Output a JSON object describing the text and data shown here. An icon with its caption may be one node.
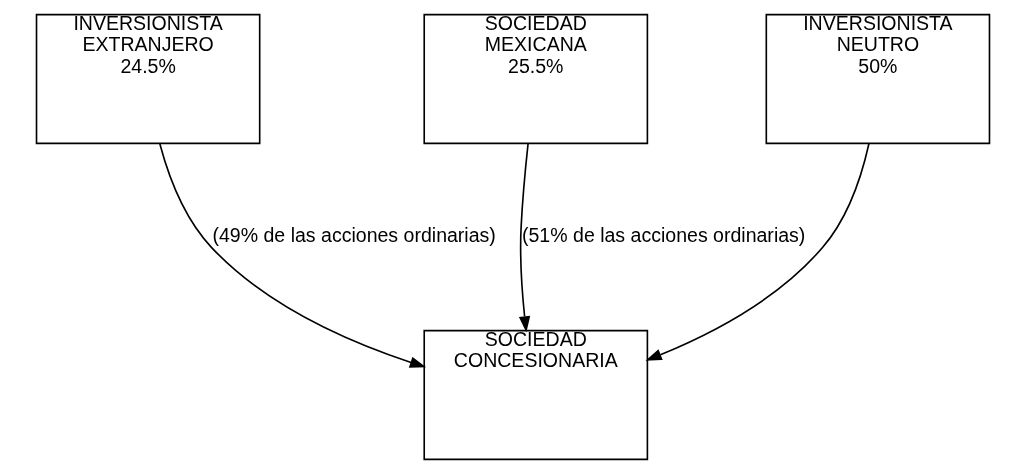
{
  "diagram": {
    "nodes": [
      {
        "text": [
          "INVERSIONISTA EXTRANJERO",
          "24.5%"
        ]
      },
      {
        "text": [
          "SOCIEDAD MEXICANA",
          "25.5%"
        ]
      },
      {
        "text": [
          "INVERSIONISTA NEUTRO",
          "50%"
        ]
      },
      {
        "text": [
          "SOCIEDAD CONCESIONARIA"
        ]
      }
    ],
    "edges": [
      {
        "from": 0,
        "to": 3,
        "arrow": "to",
        "label": "(49% de las acciones ordinarias)"
      },
      {
        "from": 1,
        "to": 3,
        "arrow": "to",
        "label": "(51% de las acciones ordinarias)"
      },
      {
        "from": 2,
        "to": 3,
        "arrow": "to"
      }
    ]
  }
}
